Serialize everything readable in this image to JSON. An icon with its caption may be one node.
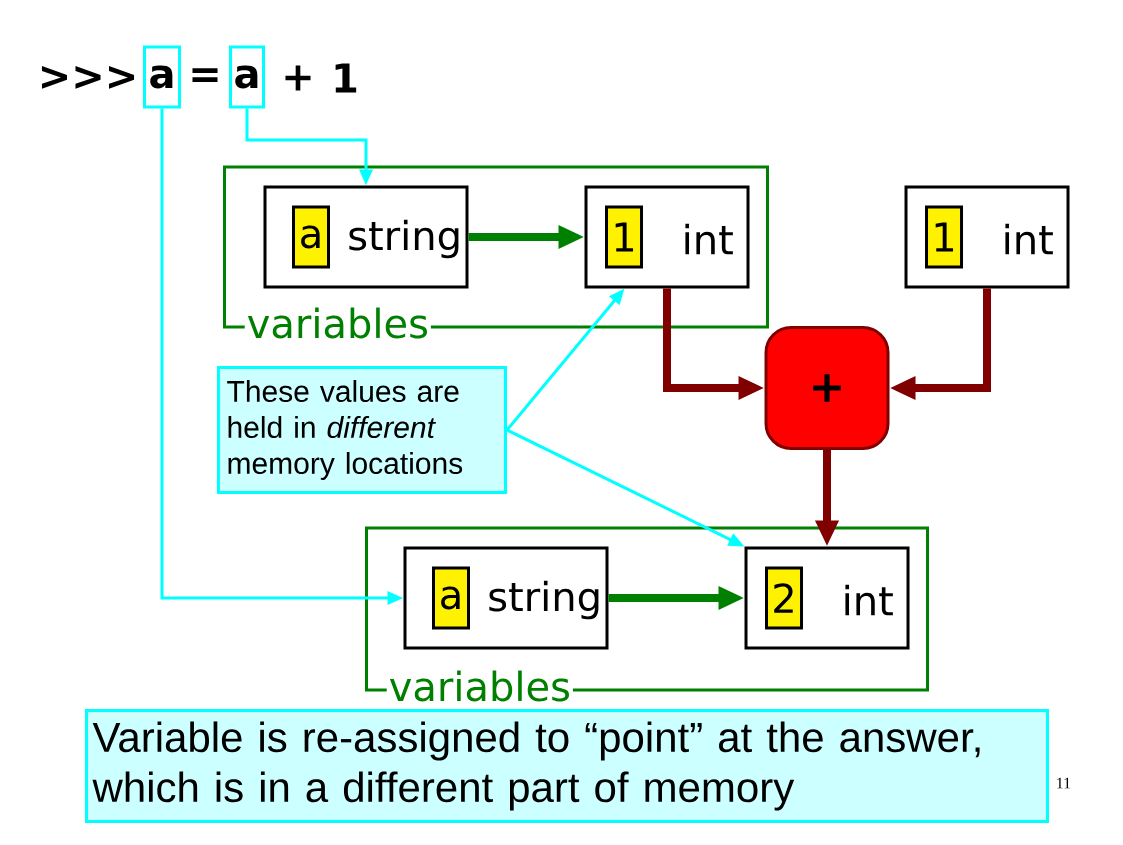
{
  "diagram": {
    "nodes": [
      {
        "text": [
          "a"
        ]
      },
      {
        "text": [
          "a"
        ]
      },
      {
        "text": [
          "variables"
        ]
      },
      {
        "text": [
          "a",
          "string"
        ],
        "in": 2
      },
      {
        "text": [
          "1",
          "int"
        ],
        "in": 2
      },
      {
        "text": [
          "1",
          "int"
        ]
      },
      {
        "text": [
          "+"
        ]
      },
      {
        "text": [
          "These values are held in *different* memory locations"
        ]
      },
      {
        "text": [
          "variables"
        ]
      },
      {
        "text": [
          "a",
          "string"
        ],
        "in": 8
      },
      {
        "text": [
          "2",
          "int"
        ],
        "in": 8
      },
      {
        "text": [
          "Variable is re-assigned to “point” at the answer, which is in a different part of memory"
        ],
        "beside": [
          "11"
        ]
      }
    ],
    "edges": [
      {
        "from": 1,
        "to": 3,
        "arrow": "to",
        "color": "#00ffff"
      },
      {
        "from": 0,
        "to": 9,
        "arrow": "to",
        "color": "#00ffff"
      },
      {
        "from": 3,
        "to": 4,
        "arrow": "to",
        "color": "#008000"
      },
      {
        "from": 4,
        "to": 6,
        "arrow": "to",
        "color": "#800000"
      },
      {
        "from": 5,
        "to": 6,
        "arrow": "to",
        "color": "#800000"
      },
      {
        "from": 6,
        "to": 10,
        "arrow": "to",
        "color": "#800000"
      },
      {
        "from": 7,
        "to": 4,
        "arrow": "to",
        "color": "#00ffff"
      },
      {
        "from": 7,
        "to": 10,
        "arrow": "to",
        "color": "#00ffff"
      },
      {
        "from": 9,
        "to": 10,
        "arrow": "to",
        "color": "#008000"
      }
    ],
    "labels": [
      ">>>",
      "=",
      "+",
      "1"
    ]
  }
}
